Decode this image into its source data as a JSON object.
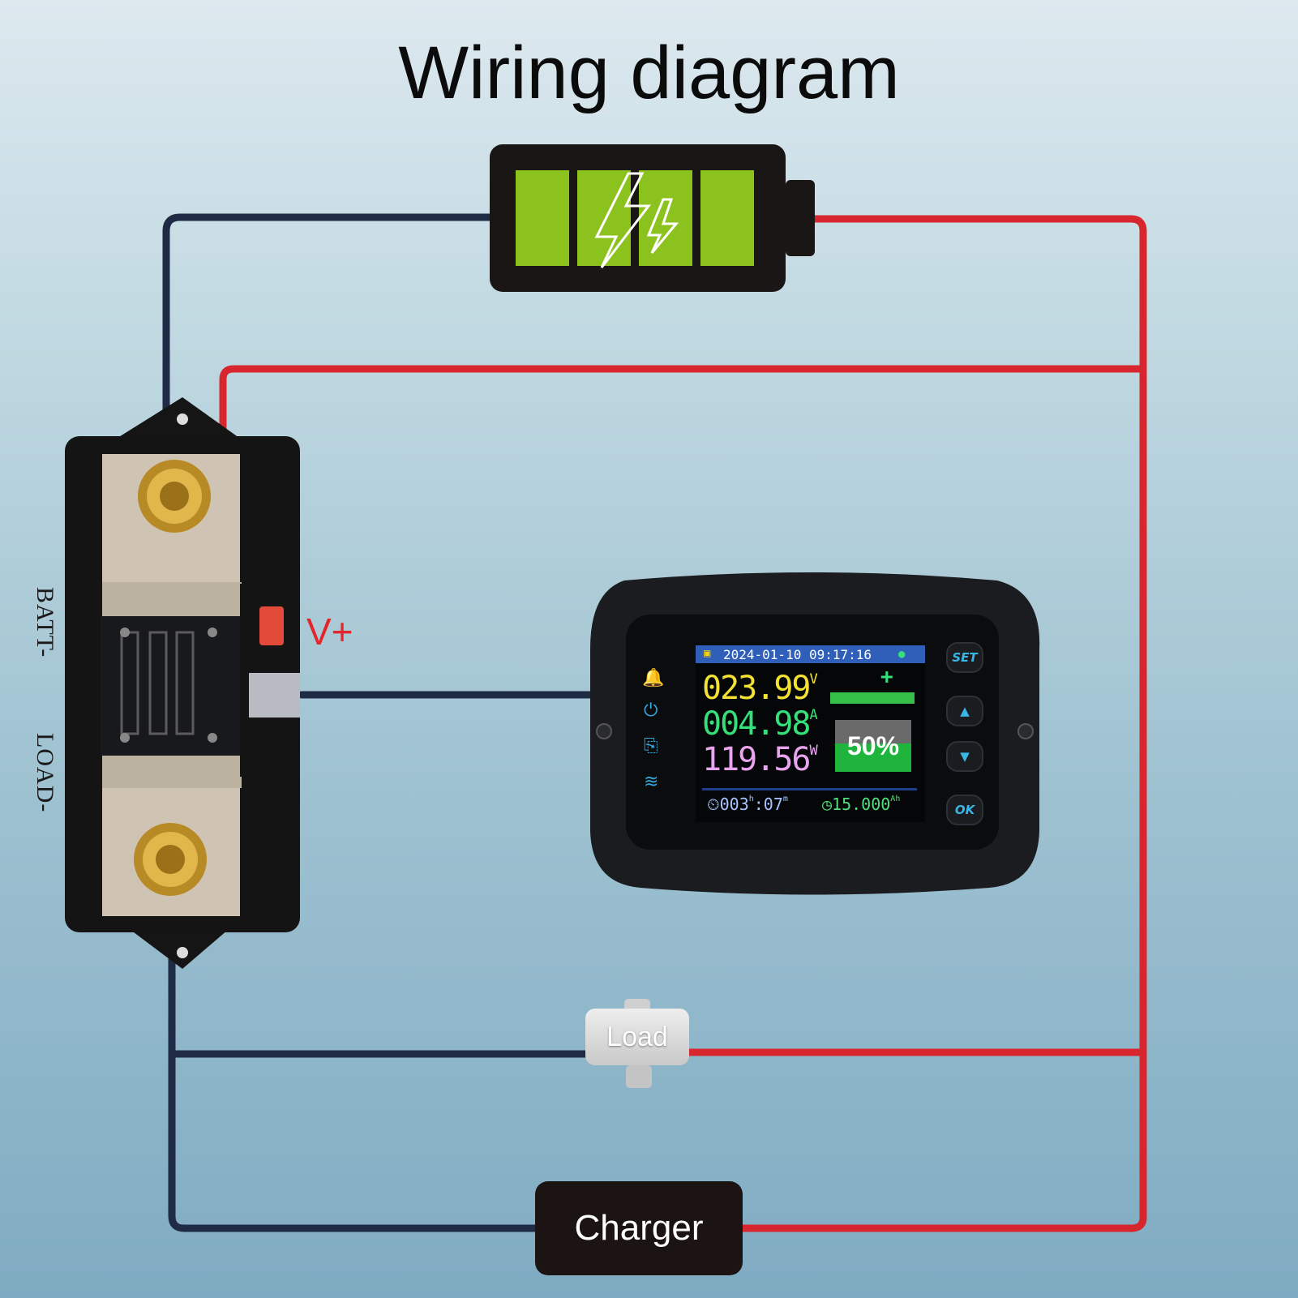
{
  "title": "Wiring diagram",
  "labels": {
    "v_plus": "V+",
    "batt_minus": "BATT-",
    "load_minus": "LOAD-",
    "load": "Load",
    "charger": "Charger"
  },
  "meter": {
    "datetime": "2024-01-10  09:17:16",
    "voltage": "023.99",
    "voltage_unit": "V",
    "current": "004.98",
    "current_unit": "A",
    "power": "119.56",
    "power_unit": "W",
    "battery_percent": "50%",
    "runtime": "003",
    "runtime_h": "h",
    "runtime_min": ":07",
    "runtime_m": "m",
    "capacity": "15.000",
    "capacity_unit": "Ah",
    "buttons": {
      "set": "SET",
      "ok": "OK"
    }
  },
  "colors": {
    "positive_wire": "#d8262e",
    "negative_wire": "#1f2a44",
    "battery_cell": "#8cc21e"
  }
}
